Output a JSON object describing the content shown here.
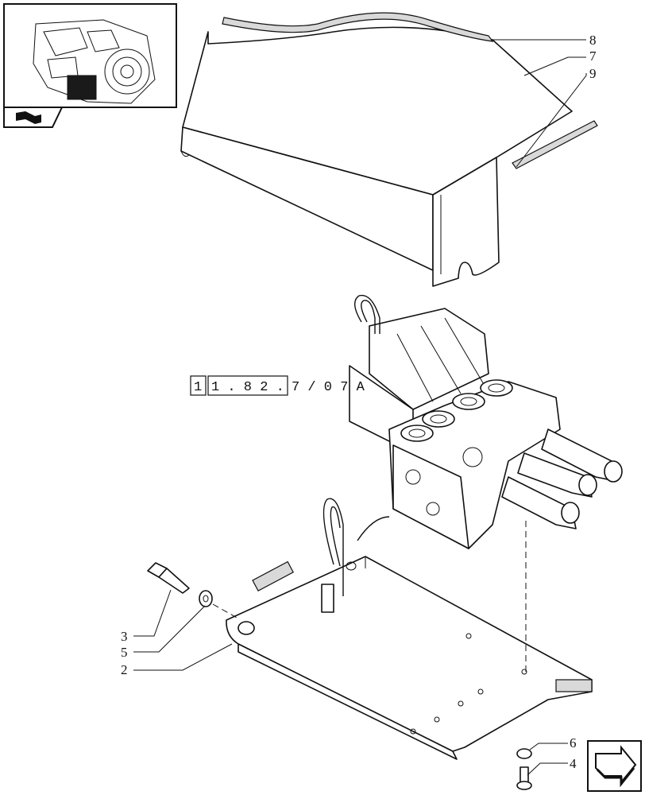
{
  "diagram": {
    "reference_code": {
      "boxed_prefix": "1",
      "boxed_group": "1 . 8 2 .",
      "suffix": "7 / 0 7 A"
    },
    "callouts": [
      {
        "id": "c8",
        "label": "8"
      },
      {
        "id": "c7",
        "label": "7"
      },
      {
        "id": "c9",
        "label": "9"
      },
      {
        "id": "c3",
        "label": "3"
      },
      {
        "id": "c5",
        "label": "5"
      },
      {
        "id": "c2",
        "label": "2"
      },
      {
        "id": "c6",
        "label": "6"
      },
      {
        "id": "c4",
        "label": "4"
      }
    ],
    "icons": [
      "overview-thumbnail-icon",
      "book-icon",
      "next-page-arrow-icon"
    ]
  }
}
